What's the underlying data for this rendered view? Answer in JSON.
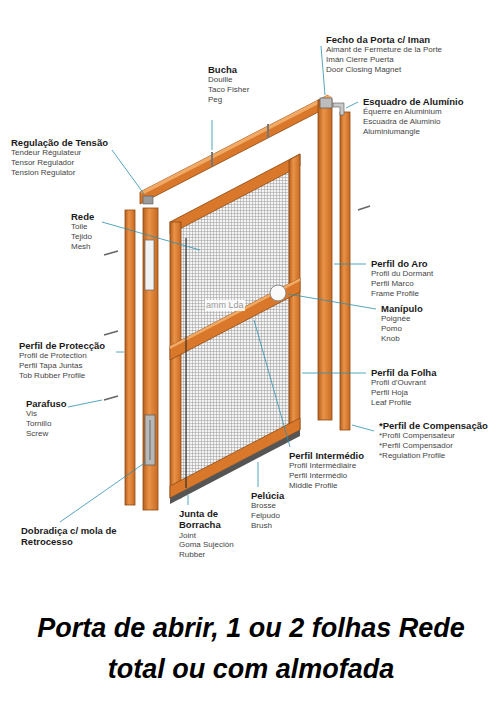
{
  "diagram": {
    "caption": "Porta de abrir, 1 ou 2 folhas Rede total ou com almofada",
    "labels": [
      "Fecho da Porta c/ Iman",
      "Aimant de Fermeture de la Porte",
      "Imán Cierre Puerta",
      "Door Closing Magnet",
      "Esquadro de Alumínio",
      "Équerre en Aluminium",
      "Escuadra de Aluminio",
      "Aluminiumangle",
      "Bucha",
      "Douille",
      "Taco Fisher",
      "Peg",
      "Regulação de Tensão",
      "Tendeur Régulateur",
      "Tensor Regulador",
      "Tension Regulator",
      "Rede",
      "Toile",
      "Tejido",
      "Mesh",
      "Perfil do Aro",
      "Profil du Dormant",
      "Perfil Marco",
      "Frame Profile",
      "Manípulo",
      "Poignée",
      "Pomo",
      "Knob",
      "Perfil de Protecção",
      "Profil de Protection",
      "Perfil Tapa Juntas",
      "Tob Rubber Profile",
      "Perfil da Folha",
      "Profil d'Ouvrant",
      "Perfil Hoja",
      "Leaf Profile",
      "Parafuso",
      "Vis",
      "Tornillo",
      "Screw",
      "*Perfil de Compensação",
      "*Profil Compensateur",
      "*Perfil Compensador",
      "*Regulation Profile",
      "Perfil Intermédio",
      "Profil Intermédiaire",
      "Perfil Intermédio",
      "Middle Profile",
      "Pelúcia",
      "Brosse",
      "Felpudo",
      "Brush",
      "Junta de Borracha",
      "Joint",
      "Goma Sujeción",
      "Rubber",
      "Dobradiça c/ mola de Retrocesso",
      "amm Lda"
    ]
  }
}
